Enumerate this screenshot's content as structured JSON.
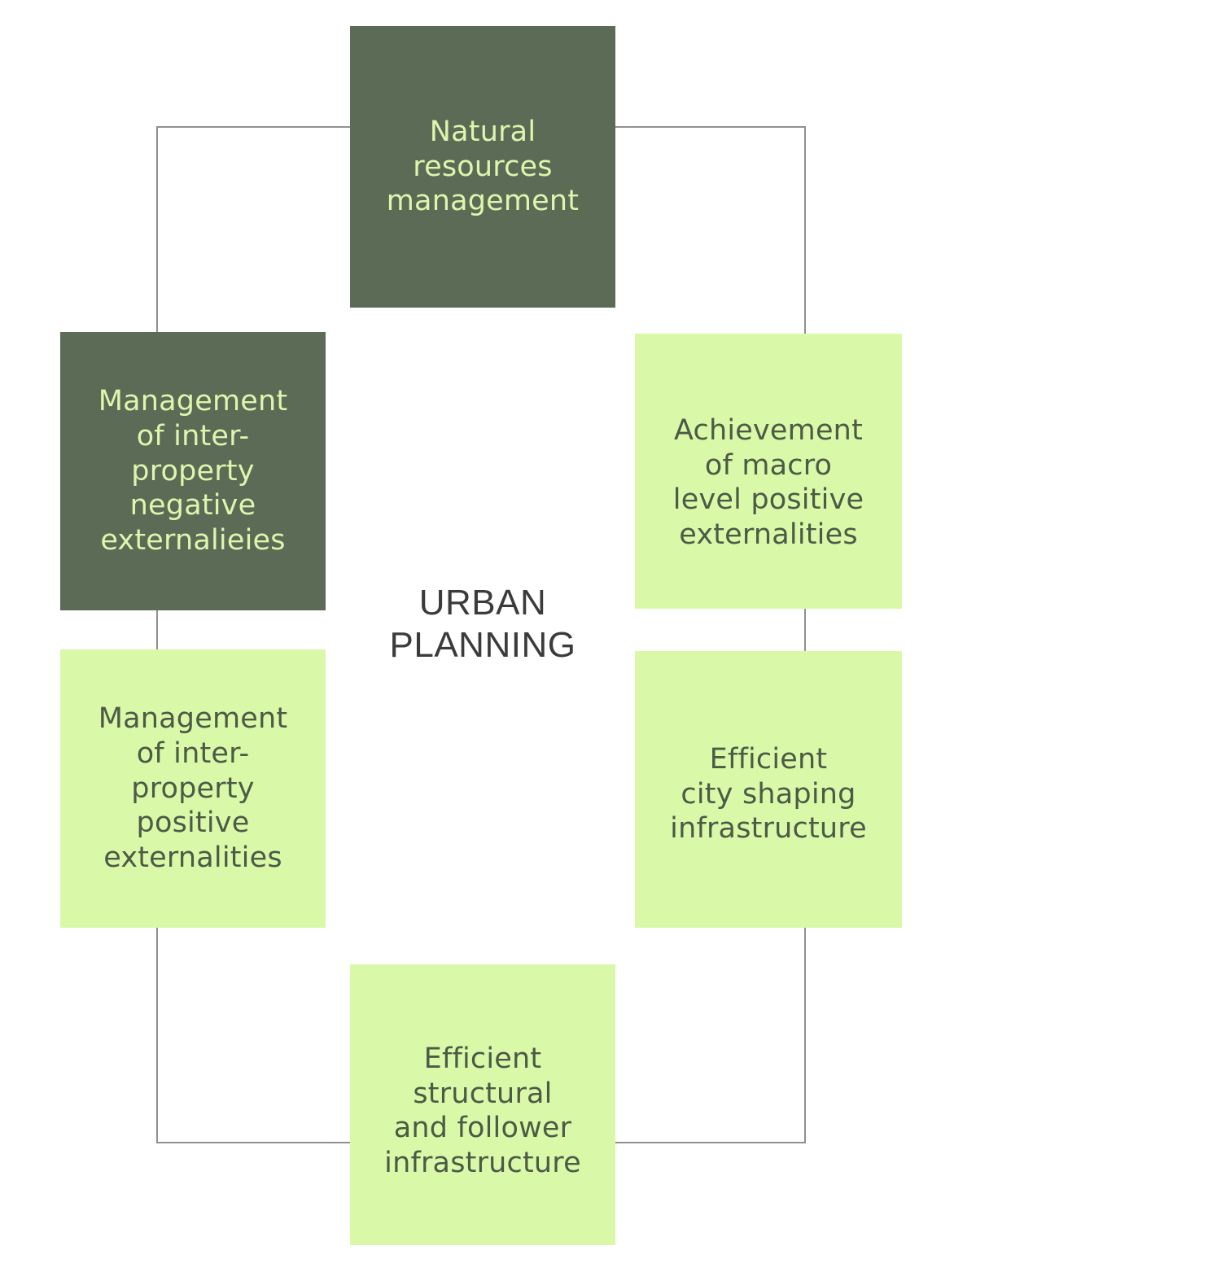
{
  "diagram": {
    "center": {
      "title": "URBAN\nPLANNING",
      "title_color": "#3b3b3b"
    },
    "palette": {
      "dark_fill": "#5b6b56",
      "dark_text": "#dcf6ad",
      "light_fill": "#daf9a8",
      "light_text": "#4c5a47",
      "connector": "#8e918d",
      "background": "#ffffff"
    },
    "nodes": [
      {
        "id": "natural-resources-management",
        "label": "Natural\nresources\nmanagement",
        "style": "dark",
        "position": "top"
      },
      {
        "id": "management-inter-property-negative-externalities",
        "label": "Management\nof inter-\nproperty\nnegative\nexternalieies",
        "style": "dark",
        "position": "left-upper"
      },
      {
        "id": "management-inter-property-positive-externalities",
        "label": "Management\nof inter-\nproperty\npositive\nexternalities",
        "style": "light",
        "position": "left-lower"
      },
      {
        "id": "achievement-macro-level-positive-externalities",
        "label": "Achievement\nof macro\nlevel positive\nexternalities",
        "style": "light",
        "position": "right-upper"
      },
      {
        "id": "efficient-city-shaping-infrastructure",
        "label": "Efficient\ncity shaping\ninfrastructure",
        "style": "light",
        "position": "right-lower"
      },
      {
        "id": "efficient-structural-and-follower-infrastructure",
        "label": "Efficient\nstructural\nand follower\ninfrastructure",
        "style": "light",
        "position": "bottom"
      }
    ]
  }
}
